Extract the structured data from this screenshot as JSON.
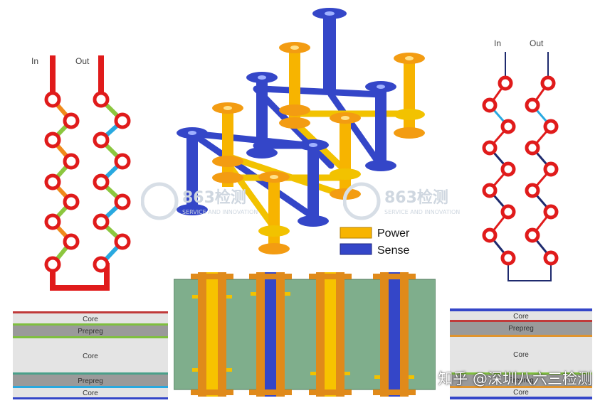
{
  "left_chain": {
    "in_label": "In",
    "out_label": "Out"
  },
  "right_chain": {
    "in_label": "In",
    "out_label": "Out"
  },
  "legend": {
    "power_label": "Power",
    "sense_label": "Sense",
    "power_color": "#f7b400",
    "sense_color": "#3446c8"
  },
  "left_stack": {
    "layers": [
      "Core",
      "Prepreg",
      "Core",
      "Prepreg",
      "Core"
    ]
  },
  "right_stack": {
    "layers": [
      "Core",
      "Prepreg",
      "Core",
      "Prepreg",
      "Core"
    ]
  },
  "watermark": {
    "brand": "863检测",
    "tagline": "SERVICE AND INNOVATION"
  },
  "credit": {
    "text": "知乎 @深圳八六三检测"
  },
  "colors": {
    "chain_red": "#e01b1b",
    "link_orange": "#f08a1c",
    "link_green": "#8cc63f",
    "link_blue": "#29a9e0",
    "board_green": "#7fae8c"
  }
}
